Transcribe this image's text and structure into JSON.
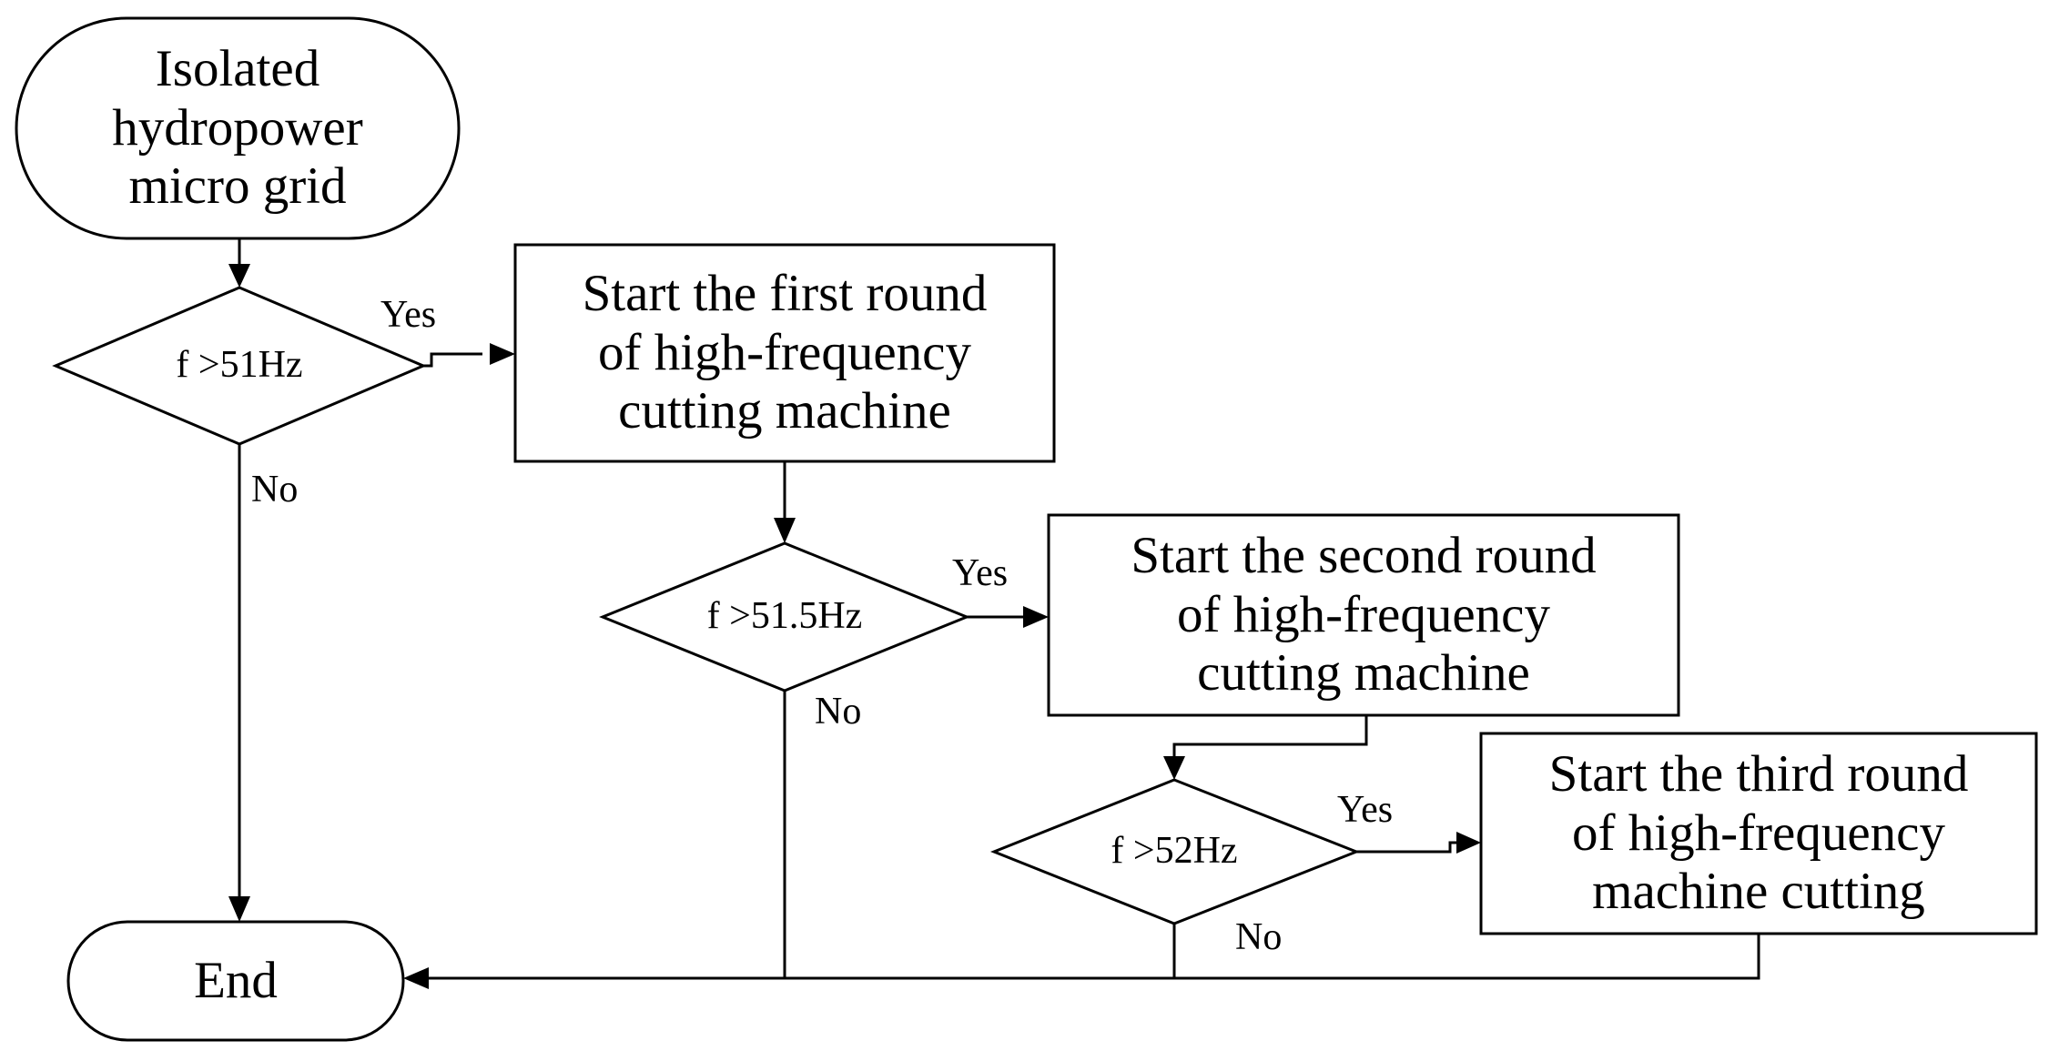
{
  "nodes": {
    "start": [
      "Isolated",
      "hydropower",
      "micro grid"
    ],
    "end": "End",
    "decision1": "f >51Hz",
    "decision2": "f >51.5Hz",
    "decision3": "f >52Hz",
    "process1": [
      "Start the first round",
      "of high-frequency",
      "cutting machine"
    ],
    "process2": [
      "Start the second round",
      "of high-frequency",
      "cutting machine"
    ],
    "process3": [
      "Start the third round",
      "of high-frequency",
      "machine cutting"
    ]
  },
  "edge_labels": {
    "yes1": "Yes",
    "no1": "No",
    "yes2": "Yes",
    "no2": "No",
    "yes3": "Yes",
    "no3": "No"
  }
}
